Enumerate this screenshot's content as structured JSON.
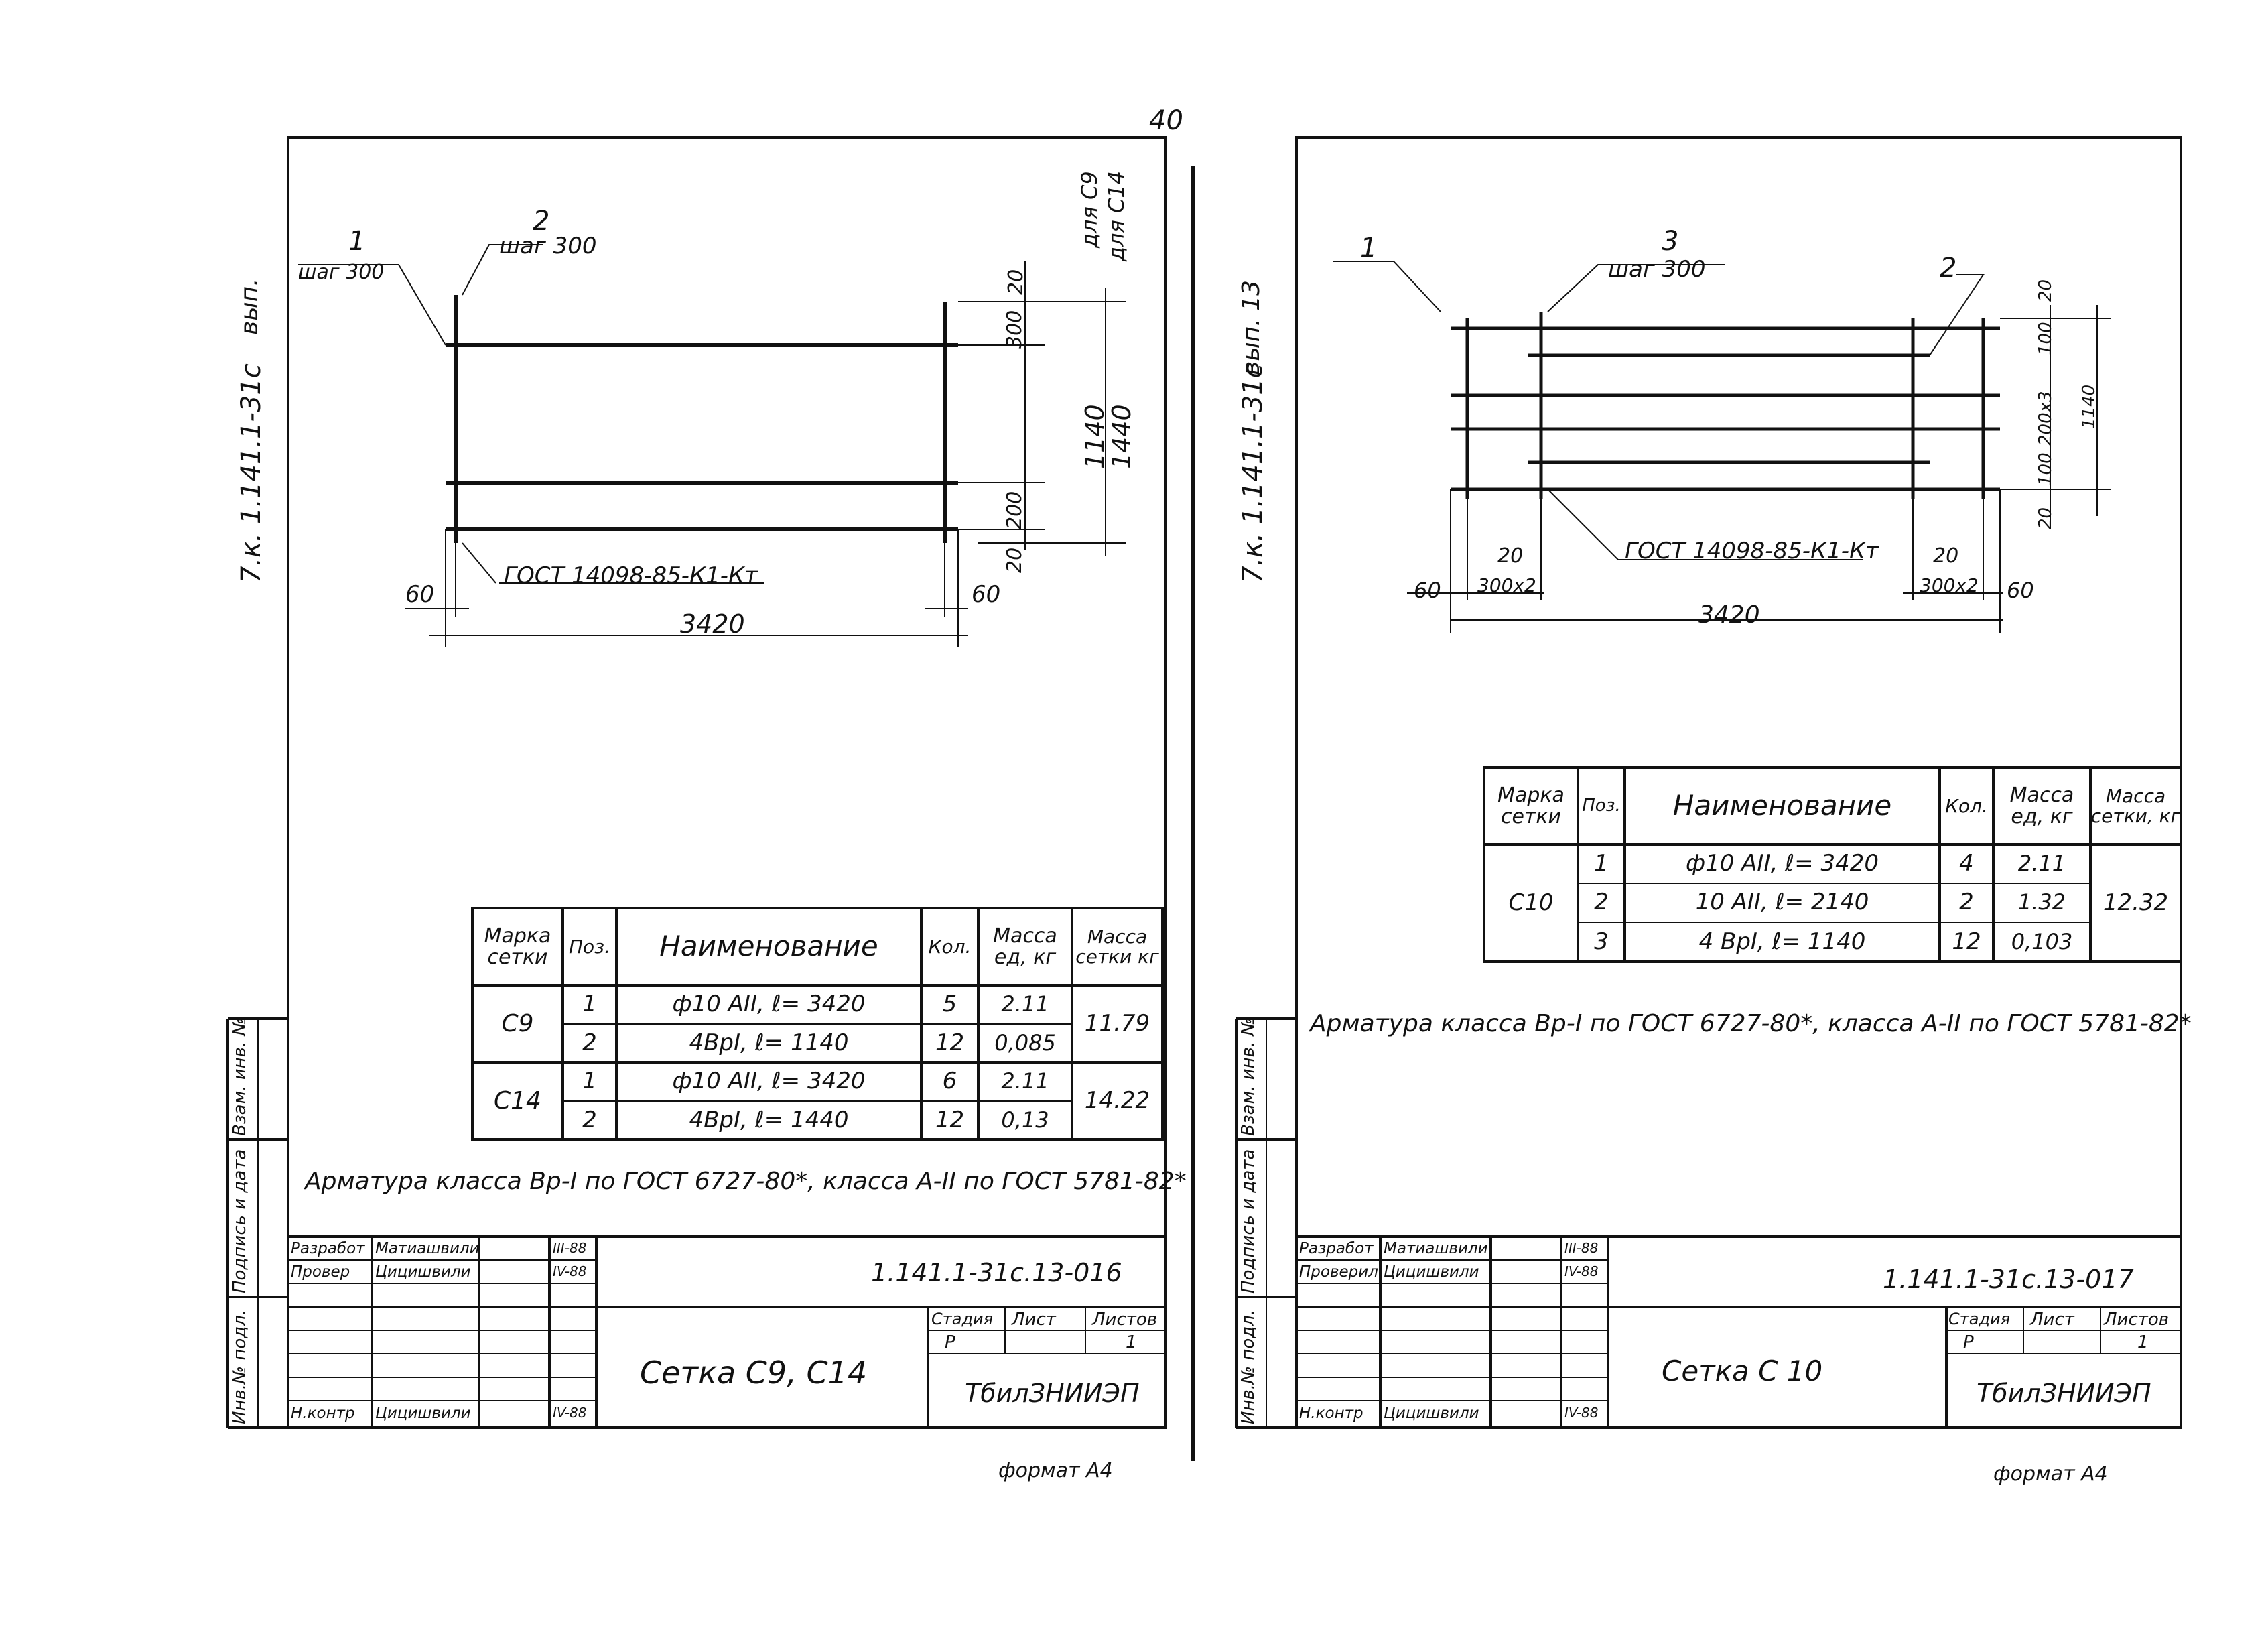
{
  "page_number": "40",
  "left": {
    "side_code": "7.к. 1.141.1-31с",
    "side_issue": "вып.",
    "callouts": {
      "c1": "1",
      "c1_sub": "шаг 300",
      "c2": "2",
      "c2_sub": "шаг 300"
    },
    "gost_note": "ГОСТ 14098-85-К1-Кт",
    "dims": {
      "d60_left": "60",
      "d60_right": "60",
      "d3420": "3420",
      "d20_top": "20",
      "d300": "300",
      "d1140": "1140",
      "d1440": "1440",
      "d200": "200",
      "d20_bot": "20",
      "for_c9": "для С9",
      "for_c14": "для С14"
    },
    "table": {
      "headers": {
        "mark": "Марка сетки",
        "pos": "Поз.",
        "name": "Наименование",
        "qty": "Кол.",
        "mass_unit": "Масса ед, кг",
        "mass_mesh": "Масса сетки кг"
      },
      "rows": [
        {
          "mark": "С9",
          "pos": "1",
          "name": "ф10 АII, ℓ= 3420",
          "qty": "5",
          "mass": "2.11",
          "total": "11.79"
        },
        {
          "mark": "",
          "pos": "2",
          "name": "4ВрI, ℓ= 1140",
          "qty": "12",
          "mass": "0,085",
          "total": ""
        },
        {
          "mark": "С14",
          "pos": "1",
          "name": "ф10 АII, ℓ= 3420",
          "qty": "6",
          "mass": "2.11",
          "total": "14.22"
        },
        {
          "mark": "",
          "pos": "2",
          "name": "4ВрI, ℓ= 1440",
          "qty": "12",
          "mass": "0,13",
          "total": ""
        }
      ]
    },
    "note": "Арматура класса Вр-I по ГОСТ 6727-80*, класса А-II по ГОСТ 5781-82*",
    "stamp": {
      "role1": "Разработ",
      "name1": "Матиашвили",
      "date1": "III-88",
      "role2": "Провер",
      "name2": "Цицишвили",
      "date2": "IV-88",
      "role3": "Н.контр",
      "name3": "Цицишвили",
      "date3": "IV-88",
      "code": "1.141.1-31с.13-016",
      "title": "Сетка С9, С14",
      "stage_label": "Стадия",
      "sheet_label": "Лист",
      "sheets_label": "Листов",
      "stage": "Р",
      "sheets": "1",
      "org": "ТбилЗНИИЭП"
    },
    "side_labels": {
      "inv": "Инв.№ подл.",
      "sign": "Подпись и дата",
      "vzam": "Взам. инв. №"
    },
    "format": "формат А4"
  },
  "right": {
    "side_code": "7.к. 1.141.1-31с",
    "side_issue": "вып. 13",
    "callouts": {
      "c1": "1",
      "c3": "3",
      "c3_sub": "шаг 300",
      "c2": "2"
    },
    "gost_note": "ГОСТ 14098-85-К1-Кт",
    "dims": {
      "d60_left": "60",
      "d20_left": "20",
      "d300x2_left": "300х2",
      "d3420": "3420",
      "d20_right": "20",
      "d300x2_right": "300х2",
      "d60_right": "60",
      "d20_top": "20",
      "d100_top": "100",
      "d200x3": "200х3",
      "d1140": "1140",
      "d100_bot": "100",
      "d20_bot": "20"
    },
    "table": {
      "headers": {
        "mark": "Марка сетки",
        "pos": "Поз.",
        "name": "Наименование",
        "qty": "Кол.",
        "mass_unit": "Масса ед, кг",
        "mass_mesh": "Масса сетки, кг"
      },
      "rows": [
        {
          "mark": "С10",
          "pos": "1",
          "name": "ф10 АII, ℓ= 3420",
          "qty": "4",
          "mass": "2.11",
          "total": "12.32"
        },
        {
          "mark": "",
          "pos": "2",
          "name": "10 АII, ℓ= 2140",
          "qty": "2",
          "mass": "1.32",
          "total": ""
        },
        {
          "mark": "",
          "pos": "3",
          "name": "4 ВрI, ℓ= 1140",
          "qty": "12",
          "mass": "0,103",
          "total": ""
        }
      ]
    },
    "note": "Арматура класса Вр-I по ГОСТ 6727-80*, класса А-II по ГОСТ 5781-82*",
    "stamp": {
      "role1": "Разработ",
      "name1": "Матиашвили",
      "date1": "III-88",
      "role2": "Проверил",
      "name2": "Цицишвили",
      "date2": "IV-88",
      "role3": "Н.контр",
      "name3": "Цицишвили",
      "date3": "IV-88",
      "code": "1.141.1-31с.13-017",
      "title": "Сетка С 10",
      "stage_label": "Стадия",
      "sheet_label": "Лист",
      "sheets_label": "Листов",
      "stage": "Р",
      "sheets": "1",
      "org": "ТбилЗНИИЭП"
    },
    "side_labels": {
      "inv": "Инв.№ подл.",
      "sign": "Подпись и дата",
      "vzam": "Взам. инв. №"
    },
    "format": "формат А4"
  }
}
